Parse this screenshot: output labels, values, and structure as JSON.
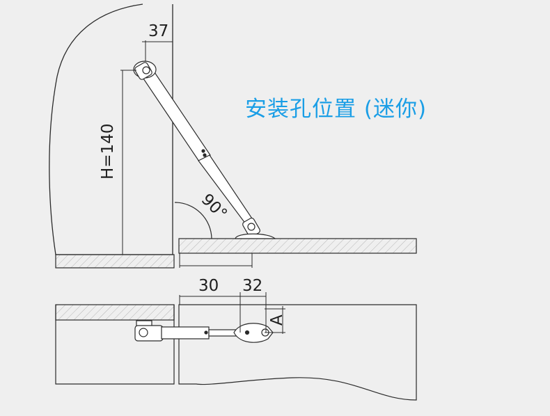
{
  "title": "安装孔位置 (迷你)",
  "dimensions": {
    "top_offset": "37",
    "height": "H=140",
    "angle": "90°",
    "bottom_offset_1": "30",
    "bottom_offset_2": "32",
    "bottom_label_a": "A"
  },
  "colors": {
    "background": "#efefef",
    "line": "#2a2a2a",
    "title": "#1a9ee6"
  }
}
